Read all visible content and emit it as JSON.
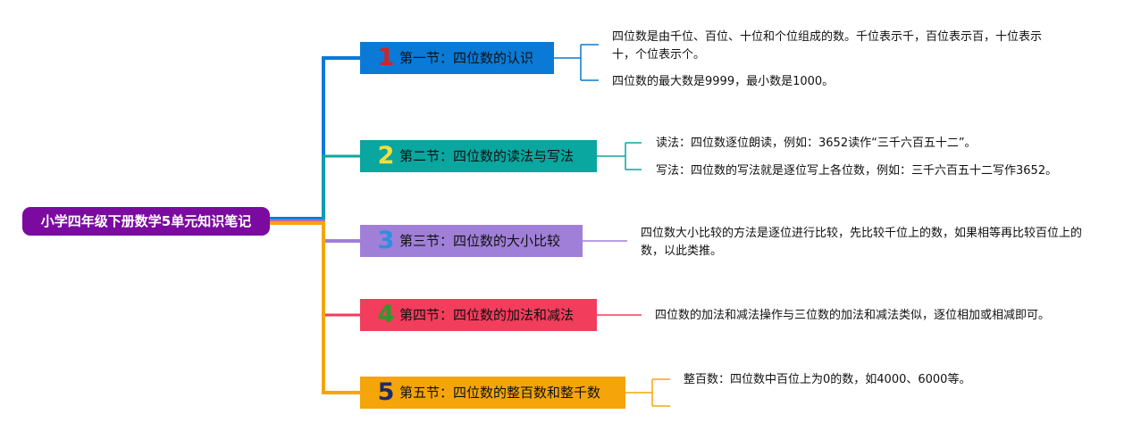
{
  "root": {
    "title": "小学四年级下册数学5单元知识笔记",
    "color": "#7b0aa0"
  },
  "sections": [
    {
      "num": "1",
      "title": "第一节：四位数的认识",
      "bg": "#0a7ad6",
      "num_color": "#d42323",
      "notes": [
        "四位数是由千位、百位、十位和个位组成的数。千位表示千，百位表示百，十位表示十，个位表示个。",
        "四位数的最大数是9999，最小数是1000。"
      ]
    },
    {
      "num": "2",
      "title": "第二节：四位数的读法与写法",
      "bg": "#0aa6a0",
      "num_color": "#f2e03a",
      "notes": [
        "读法：四位数逐位朗读，例如：3652读作“三千六百五十二”。",
        "写法：四位数的写法就是逐位写上各位数，例如：三千六百五十二写作3652。"
      ]
    },
    {
      "num": "3",
      "title": "第三节：四位数的大小比较",
      "bg": "#a07fd8",
      "num_color": "#2f8ee0",
      "notes": [
        "四位数大小比较的方法是逐位进行比较，先比较千位上的数，如果相等再比较百位上的数，以此类推。"
      ]
    },
    {
      "num": "4",
      "title": "第四节：四位数的加法和减法",
      "bg": "#f23d5c",
      "num_color": "#2a9a2a",
      "notes": [
        "四位数的加法和减法操作与三位数的加法和减法类似，逐位相加或相减即可。"
      ]
    },
    {
      "num": "5",
      "title": "第五节：四位数的整百数和整千数",
      "bg": "#f5a50a",
      "num_color": "#1f2a6b",
      "notes": [
        "整百数：四位数中百位上为0的数，如4000、6000等。",
        ""
      ]
    }
  ]
}
